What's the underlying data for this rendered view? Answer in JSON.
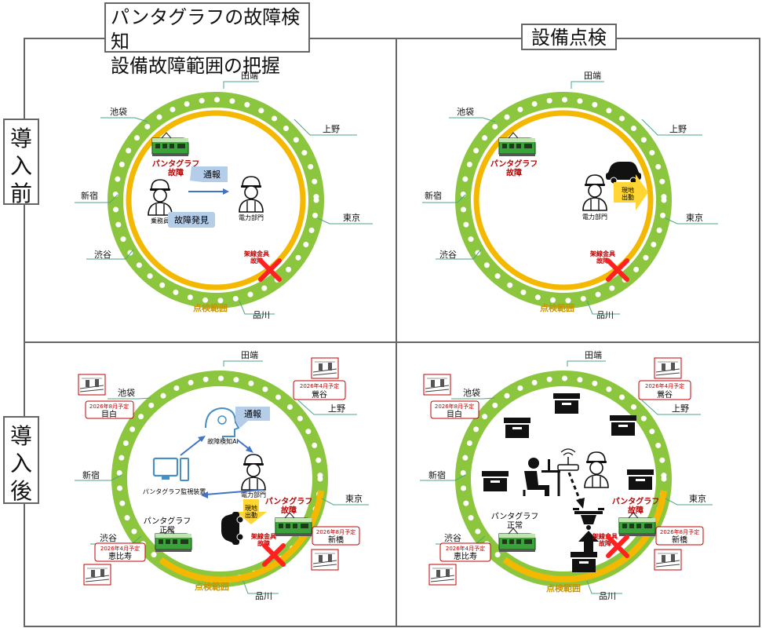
{
  "headers": {
    "left_line1": "パンタグラフの故障検知",
    "left_line2": "設備故障範囲の把握",
    "right": "設備点検",
    "row_before": [
      "導",
      "入",
      "前"
    ],
    "row_after": [
      "導",
      "入",
      "後"
    ]
  },
  "stations": {
    "tabata": "田端",
    "ueno": "上野",
    "tokyo": "東京",
    "shinagawa": "品川",
    "shibuya": "渋谷",
    "shinjuku": "新宿",
    "ikebukuro": "池袋"
  },
  "labels": {
    "pantograph_fault": "パンタグラフ\n故障",
    "report": "通報",
    "fault_found": "故障発見",
    "crew": "乗務員",
    "power_dept": "電力部門",
    "catenary_fault": "架線金具\n故障",
    "inspection_range": "点検範囲",
    "dispatch": "現地\n出動",
    "fault_detect_ai": "故障検知AI",
    "monitor_device": "パンタグラフ監視装置",
    "pantograph_normal": "パンタグラフ\n正常"
  },
  "monitor_points": {
    "mejiro": {
      "sched": "2026年8月予定",
      "name": "目白"
    },
    "uguisudani": {
      "sched": "2026年4月予定",
      "name": "鶯谷"
    },
    "shinbashi": {
      "sched": "2026年8月予定",
      "name": "新橋"
    },
    "ebisu": {
      "sched": "2026年4月予定",
      "name": "恵比寿"
    }
  },
  "colors": {
    "ring_green": "#8cc63f",
    "ring_dot": "#ffffff",
    "inspect_yellow": "#f5b800",
    "fault_red": "#c00000",
    "cross_red": "#ff2020",
    "callout_blue": "#b4cde8",
    "arrow_blue": "#4472c4",
    "train_green": "#3aa33a",
    "dispatch_yellow": "#ffd633",
    "station_line": "#4aa58a"
  },
  "icons": [
    "worker-icon",
    "train-icon",
    "car-icon",
    "cross-icon",
    "ai-head-icon",
    "monitor-icon",
    "drone-icon",
    "storage-box-icon",
    "operator-desk-icon",
    "wifi-router-icon",
    "camera-thumbnail"
  ]
}
